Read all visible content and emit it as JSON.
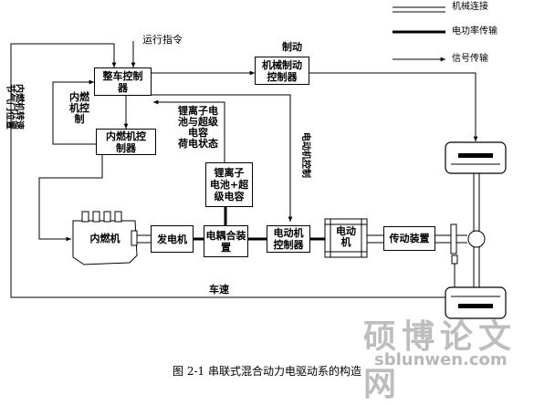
{
  "legend": {
    "mechanical": "机械连接",
    "power": "电功率传输",
    "signal": "信号传输"
  },
  "boxes": {
    "vehicle_controller": "整车控制\n器",
    "engine_controller": "内燃机控\n制器",
    "mech_brake_controller": "机械制动\n控制器",
    "battery_cap": "锂离子\n电池+超\n级电容",
    "engine": "内燃机",
    "generator": "发电机",
    "coupler": "电耦合装\n置",
    "motor_controller": "电动机\n控制器",
    "motor": "电动\n机",
    "transmission": "传动装置"
  },
  "labels": {
    "run_cmd": "运行指令",
    "brake": "制动",
    "engine_control": "内燃\n机控\n制",
    "battery_status": "锂离子电\n池与超级\n电容\n荷电状态",
    "motor_control": "电动机控制",
    "engine_speed": "内燃机转速\n节气门位置",
    "speed": "车速"
  },
  "caption": "图 2-1 串联式混合动力电驱动系的构造",
  "watermark": {
    "cn": "硕博论文网",
    "en": "sblunwen.com"
  }
}
